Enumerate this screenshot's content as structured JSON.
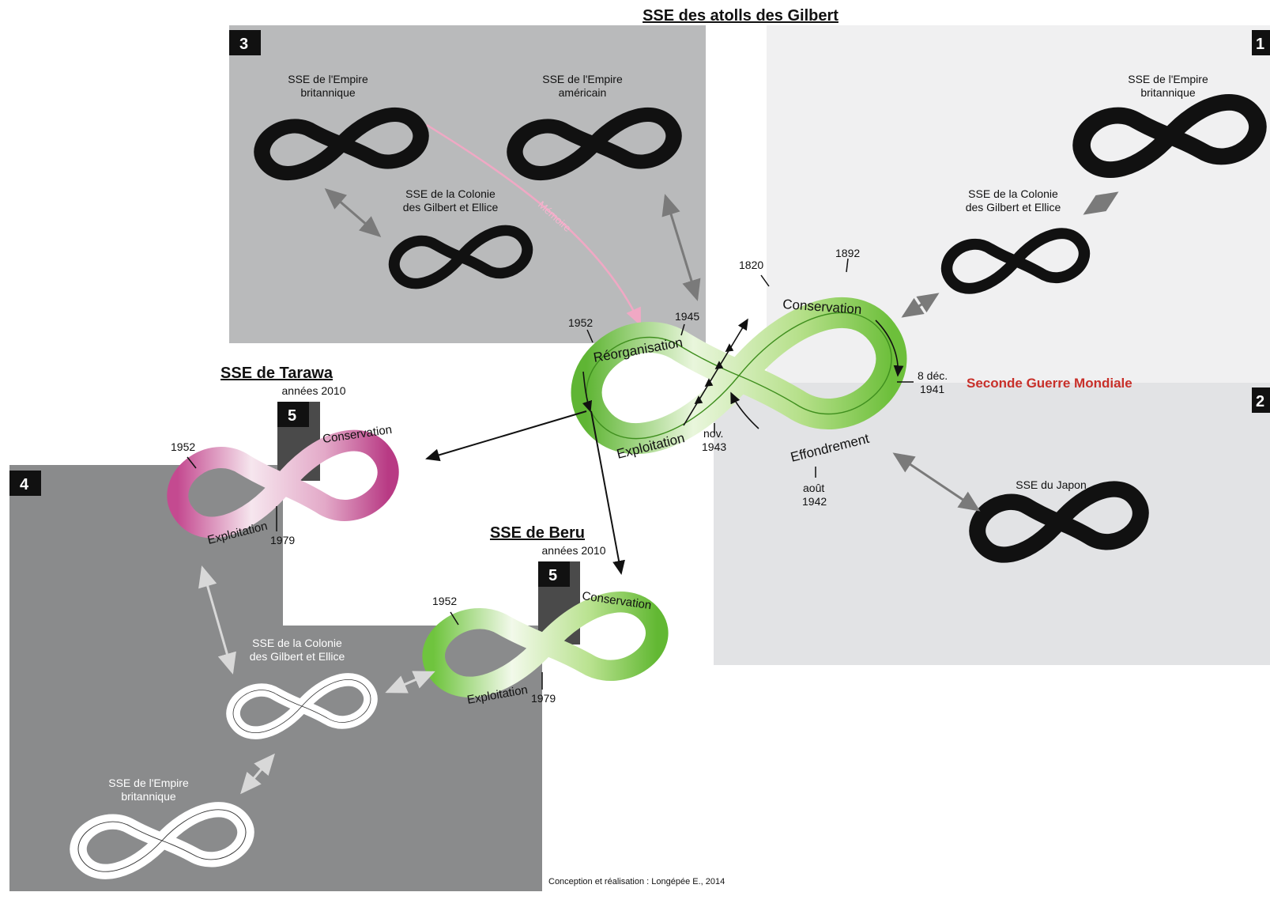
{
  "title": "SSE des atolls des Gilbert",
  "event": "Seconde Guerre Mondiale",
  "credit": "Conception et réalisation : Longépée E., 2014",
  "colors": {
    "panel1": "#f0f0f1",
    "panel2": "#e2e3e5",
    "panel3": "#b9babb",
    "panel4": "#8a8b8c",
    "green": "#7ec94a",
    "pink": "#c44a90",
    "memory_arrow": "#f0a8c4",
    "alert": "#c8302a"
  },
  "panels": [
    {
      "number": "1"
    },
    {
      "number": "2"
    },
    {
      "number": "3"
    },
    {
      "number": "4"
    }
  ],
  "loops": {
    "british_p1": [
      "SSE de l'Empire",
      "britannique"
    ],
    "colony_p1": [
      "SSE de la Colonie",
      "des Gilbert et Ellice"
    ],
    "japan": "SSE du Japon",
    "british_p3": [
      "SSE de l'Empire",
      "britannique"
    ],
    "american_p3": [
      "SSE de l'Empire",
      "américain"
    ],
    "colony_p3": [
      "SSE de la Colonie",
      "des Gilbert et Ellice"
    ],
    "colony_p4": [
      "SSE de la Colonie",
      "des Gilbert et Ellice"
    ],
    "british_p4": [
      "SSE de l'Empire",
      "britannique"
    ]
  },
  "memory_label": "Mémoire",
  "central_loop": {
    "phases": {
      "reorganisation": "Réorganisation",
      "conservation": "Conservation",
      "effondrement": "Effondrement",
      "exploitation": "Exploitation"
    },
    "dates": {
      "d1820": "1820",
      "d1892": "1892",
      "d1945": "1945",
      "d1952": "1952",
      "dec_1941": [
        "8 déc.",
        "1941"
      ],
      "nov_1943": [
        "nov.",
        "1943"
      ],
      "aout_1942": [
        "août",
        "1942"
      ]
    }
  },
  "tarawa": {
    "title": "SSE de Tarawa",
    "period": "années 2010",
    "panel": "5",
    "conservation": "Conservation",
    "exploitation": "Exploitation",
    "d1952": "1952",
    "d1979": "1979"
  },
  "beru": {
    "title": "SSE de Beru",
    "period": "années 2010",
    "panel": "5",
    "conservation": "Conservation",
    "exploitation": "Exploitation",
    "d1952": "1952",
    "d1979": "1979"
  }
}
